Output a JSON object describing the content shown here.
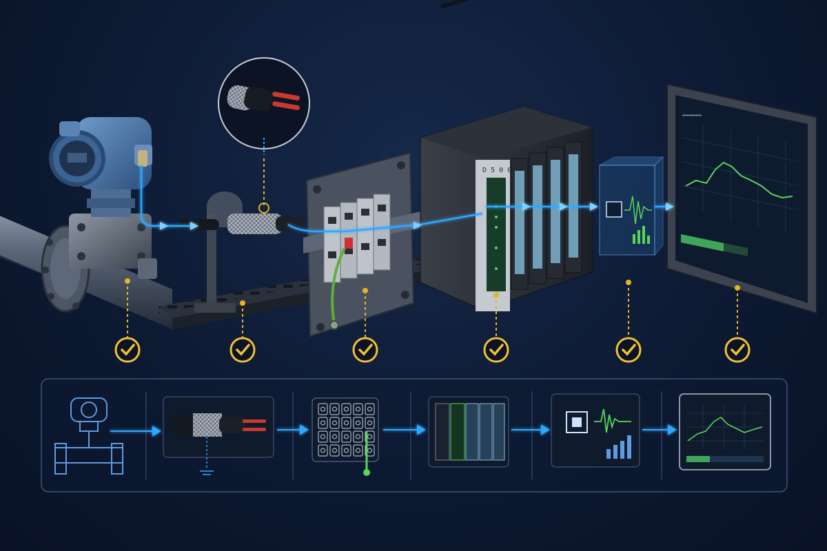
{
  "palette": {
    "background": "#0d1a33",
    "signal_line": "#2fa8ff",
    "check_ring": "#f2c230",
    "check_mark": "#f2c230",
    "trend_line": "#58d65a",
    "ground_wire": "#5fae3a",
    "marker_dash": "#e6b422"
  },
  "stages": [
    {
      "name": "transmitter",
      "icon": "pressure-transmitter-icon",
      "verified": true
    },
    {
      "name": "shielded-cable",
      "icon": "shielded-cable-icon",
      "verified": true
    },
    {
      "name": "terminal-block",
      "icon": "terminal-block-icon",
      "verified": true
    },
    {
      "name": "plc-io-module",
      "icon": "plc-rack-icon",
      "verified": true
    },
    {
      "name": "signal-processing",
      "icon": "processor-chip-icon",
      "verified": true
    },
    {
      "name": "hmi-display",
      "icon": "trend-monitor-icon",
      "verified": true
    }
  ],
  "plc_label": "D 5 0 0 ",
  "hmi_header": "••••••••••"
}
